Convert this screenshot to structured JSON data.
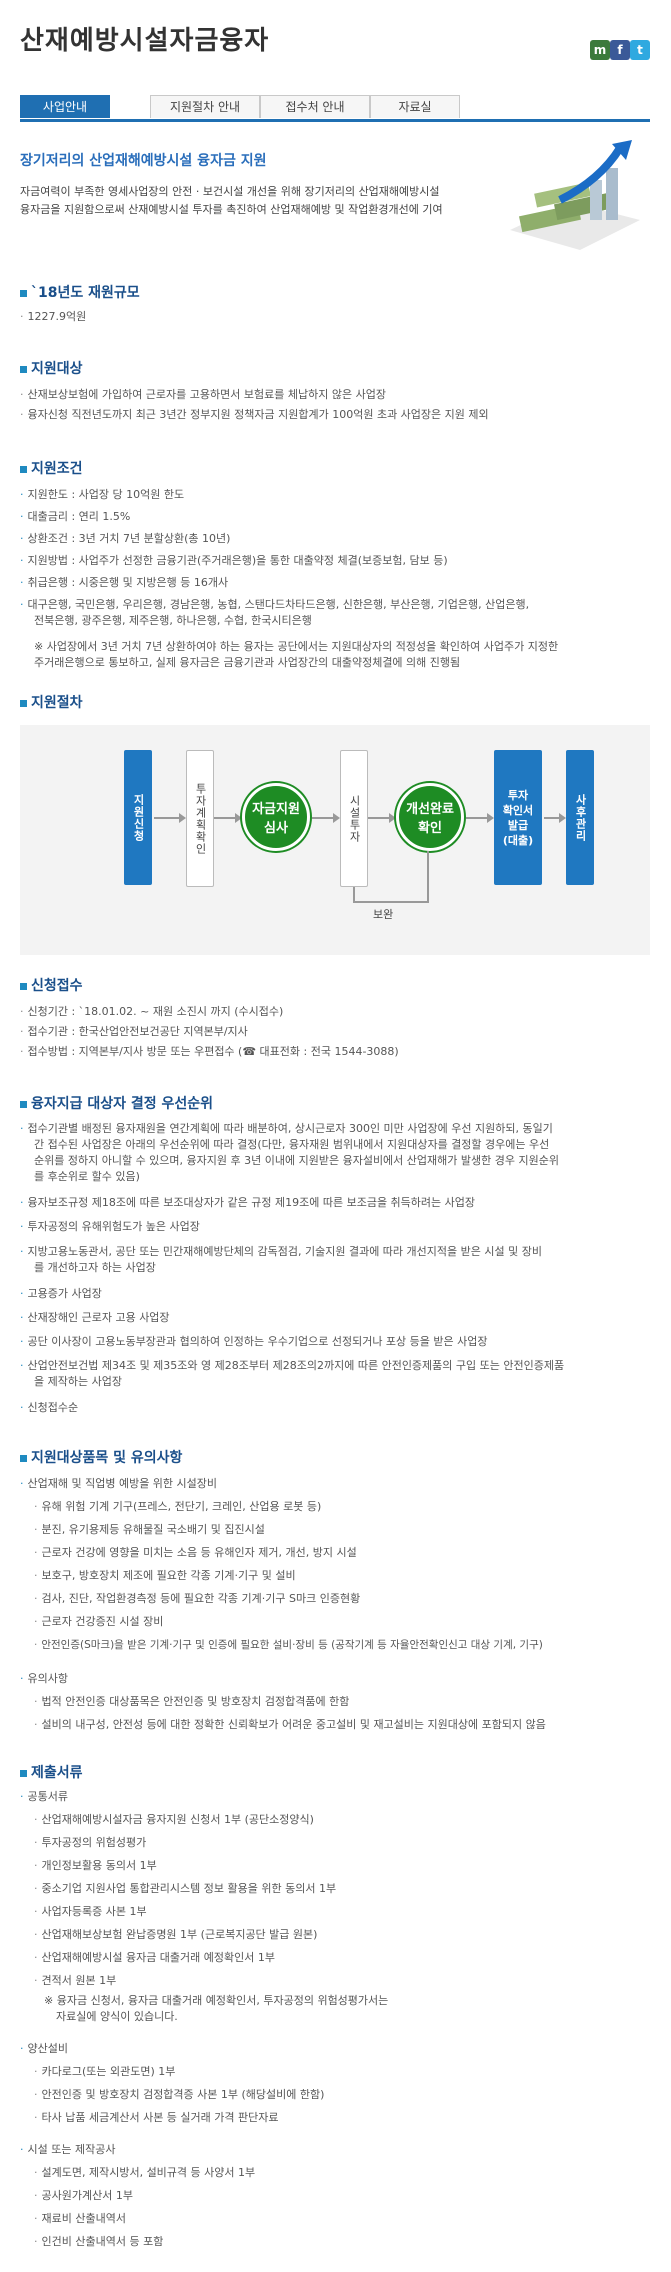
{
  "header": {
    "title": "산재예방시설자금융자",
    "sns": [
      "me2day-icon",
      "facebook-icon",
      "twitter-icon"
    ]
  },
  "tabs": [
    {
      "label": "사업안내",
      "active": true
    },
    {
      "label": "지원절차 안내",
      "active": false
    },
    {
      "label": "접수처 안내",
      "active": false
    },
    {
      "label": "자료실",
      "active": false
    }
  ],
  "intro": {
    "title": "장기저리의 산업재해예방시설 융자금 지원",
    "line1": "자금여력이 부족한 영세사업장의 안전 · 보건시설 개선을 위해 장기저리의 산업재해예방시설",
    "line2": "융자금을 지원함으로써 산재예방시설 투자를 촉진하여 산업재해예방 및 작업환경개선에 기여"
  },
  "budget": {
    "title": "`18년도 재원규모",
    "items": [
      "1227.9억원"
    ]
  },
  "target": {
    "title": "지원대상",
    "items": [
      "산재보상보험에 가입하여 근로자를 고용하면서 보험료를 체납하지 않은 사업장",
      "융자신청 직전년도까지 최근 3년간 정부지원 정책자금 지원합계가 100억원 초과 사업장은 지원 제외"
    ]
  },
  "conditions": {
    "title": "지원조건",
    "items": [
      "지원한도 : 사업장 당 10억원 한도",
      "대출금리 : 연리 1.5%",
      "상환조건 : 3년 거치 7년 분할상환(총 10년)",
      "지원방법 : 사업주가 선정한 금융기관(주거래은행)을 통한 대출약정 체결(보증보험, 담보 등)",
      "취급은행 : 시중은행 및 지방은행 등 16개사",
      "대구은행, 국민은행, 우리은행, 경남은행, 농협, 스탠다드차타드은행, 신한은행, 부산은행, 기업은행, 산업은행,",
      "전북은행, 광주은행, 제주은행, 하나은행, 수협, 한국시티은행"
    ],
    "note1": "※ 사업장에서 3년 거치 7년 상환하여야 하는 융자는 공단에서는 지원대상자의 적정성을 확인하여 사업주가 지정한",
    "note2": "주거래은행으로 통보하고, 실제 융자금은 금융기관과 사업장간의 대출약정체결에 의해 진행됨"
  },
  "procedure": {
    "title": "지원절차",
    "steps": {
      "s1": "지원신청",
      "s2": "투자계획확인",
      "s3a": "자금지원",
      "s3b": "심사",
      "s4": "시설투자",
      "s5a": "개선완료",
      "s5b": "확인",
      "s6a": "투자",
      "s6b": "확인서",
      "s6c": "발급",
      "s6d": "(대출)",
      "s7": "사후관리",
      "loop": "보완"
    }
  },
  "apply": {
    "title": "신청접수",
    "items": [
      "신청기간 : `18.01.02. ~ 재원 소진시 까지 (수시접수)",
      "접수기관 : 한국산업안전보건공단 지역본부/지사",
      "접수방법 : 지역본부/지사 방문 또는 우편접수 (☎ 대표전화 : 전국 1544-3088)"
    ]
  },
  "priority": {
    "title": "융자지급 대상자 결정 우선순위",
    "items": [
      "접수기관별 배정된 융자재원을 연간계획에 따라 배분하여, 상시근로자 300인 미만 사업장에 우선 지원하되, 동일기",
      "간 접수된 사업장은 아래의 우선순위에 따라 결정(다만, 융자재원 범위내에서 지원대상자를 결정할 경우에는 우선",
      "순위를 정하지 아니할 수 있으며, 융자지원 후 3년 이내에 지원받은 융자설비에서 산업재해가 발생한 경우 지원순위",
      "를 후순위로 할수 있음)",
      "융자보조규정 제18조에 따른 보조대상자가 같은 규정 제19조에 따른 보조금을 취득하려는 사업장",
      "투자공정의 유해위험도가 높은 사업장",
      "지방고용노동관서, 공단 또는 민간재해예방단체의 감독점검, 기술지원 결과에 따라 개선지적을 받은 시설 및 장비",
      "를 개선하고자 하는 사업장",
      "고용증가 사업장",
      "산재장해인 근로자 고용 사업장",
      "공단 이사장이 고용노동부장관과 협의하여 인정하는 우수기업으로 선정되거나 포상 등을 받은 사업장",
      "산업안전보건법 제34조 및 제35조와 영 제28조부터 제28조의2까지에 따른 안전인증제품의 구입 또는 안전인증제품",
      "을 제작하는 사업장",
      "신청접수순"
    ]
  },
  "items_sec": {
    "title": "지원대상품목 및 유의사항",
    "items": [
      "산업재해 및 직업병 예방을 위한 시설장비",
      "유해 위험 기계 기구(프레스, 전단기, 크레인, 산업용 로봇 등)",
      "분진, 유기용제등 유해물질 국소배기 및 집진시설",
      "근로자 건강에 영향을 미치는 소음 등 유해인자 제거, 개선, 방지 시설",
      "보호구, 방호장치 제조에 필요한 각종 기계·기구 및 설비",
      "검사, 진단, 작업환경측정 등에 필요한 각종 기계·기구 S마크 인증현황",
      "근로자 건강증진 시설 장비",
      "안전인증(S마크)을 받은 기계·기구 및 인증에 필요한 설비·장비 등 (공작기계 등 자율안전확인신고 대상 기계, 기구)",
      "유의사항",
      "법적 안전인증 대상품목은 안전인증 및 방호장치 검정합격품에 한함",
      "설비의 내구성, 안전성 등에 대한 정확한 신뢰확보가 어려운 중고설비 및 재고설비는 지원대상에 포함되지 않음"
    ]
  },
  "docs": {
    "title": "제출서류",
    "items": [
      "공통서류",
      "산업재해예방시설자금 융자지원 신청서 1부 (공단소정양식)",
      "투자공정의 위험성평가",
      "개인정보활용 동의서 1부",
      "중소기업 지원사업 통합관리시스템 정보 활용을 위한 동의서 1부",
      "사업자등록증 사본 1부",
      "산업재해보상보험 완납증명원 1부 (근로복지공단 발급 원본)",
      "산업재해예방시설 융자금 대출거래 예정확인서 1부",
      "견적서 원본 1부",
      "※ 융자금 신청서, 융자금 대출거래 예정확인서, 투자공정의 위험성평가서는",
      "자료실에 양식이 있습니다.",
      "양산설비",
      "카다로그(또는 외관도면) 1부",
      "안전인증 및 방호장치 검정합격증 사본 1부 (해당설비에 한함)",
      "타사 납품 세금계산서 사본 등 실거래 가격 판단자료",
      "시설 또는 제작공사",
      "설계도면, 제작시방서, 설비규격 등 사양서 1부",
      "공사원가계산서 1부",
      "재료비 산출내역서",
      "인건비 산출내역서 등 포함"
    ]
  }
}
